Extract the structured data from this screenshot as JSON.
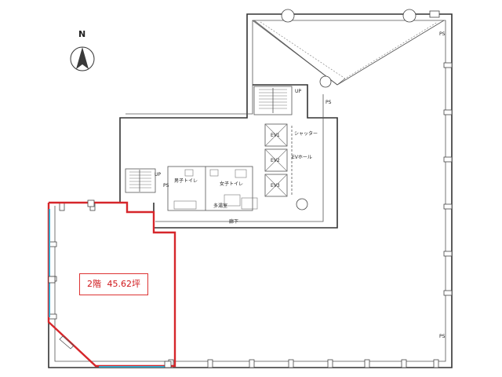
{
  "compass": {
    "label": "N"
  },
  "area": {
    "floor": "2階",
    "size": "45.62坪"
  },
  "labels": {
    "up_upper": "UP",
    "up_lower": "UP",
    "ps_top_right": "PS",
    "ps_middle": "PS",
    "ps_bottom_right": "PS",
    "ps_bottom_left": "PS",
    "ev1": "EV1",
    "ev2": "EV2",
    "ev3": "EV3",
    "shutter": "シャッター",
    "ev_hall": "EVホール",
    "mens_toilet": "男子トイレ",
    "womens_toilet": "女子トイレ",
    "mop_room": "多湯室",
    "corridor": "廊下"
  },
  "colors": {
    "tenant_outline": "#d6262b",
    "window": "#3aa8c9",
    "wall": "#333333"
  }
}
